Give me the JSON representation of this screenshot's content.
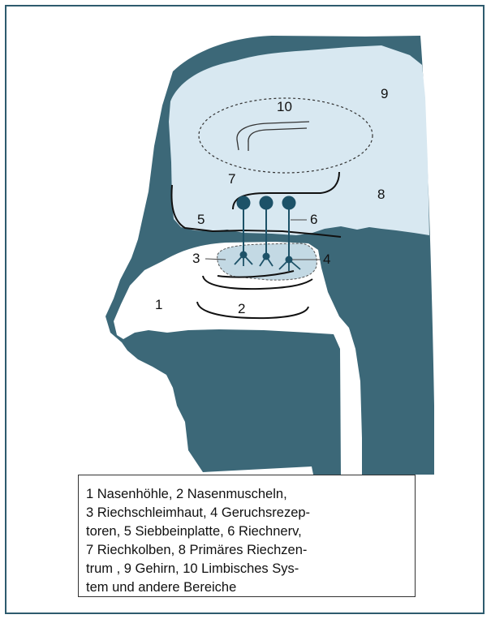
{
  "colors": {
    "head": "#3c6878",
    "brain": "#d8e8f1",
    "airway": "#ffffff",
    "nerve": "#1d5268",
    "line": "#111111",
    "frame": "#2e5b6e"
  },
  "labels": {
    "n1": "1",
    "n2": "2",
    "n3": "3",
    "n4": "4",
    "n5": "5",
    "n6": "6",
    "n7": "7",
    "n8": "8",
    "n9": "9",
    "n10": "10"
  },
  "legend": {
    "lines": [
      "1 Nasenhöhle, 2 Nasenmuscheln,",
      "3 Riechschleimhaut, 4 Geruchsrezep-",
      "toren, 5 Siebbeinplatte, 6 Riechnerv,",
      "7 Riechkolben, 8 Primäres Riechzen-",
      "trum , 9 Gehirn, 10 Limbisches Sys-",
      "tem und andere Bereiche"
    ]
  }
}
